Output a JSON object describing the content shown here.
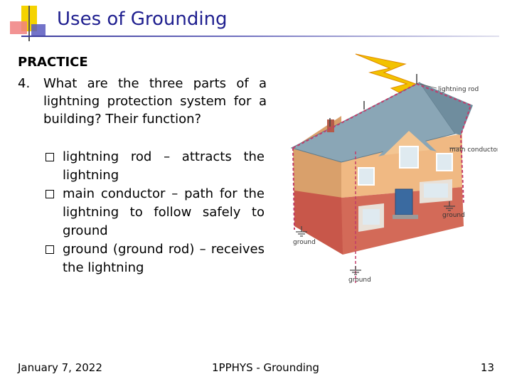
{
  "title": "Uses of Grounding",
  "heading": "PRACTICE",
  "question": {
    "number": "4.",
    "text": "What are the three parts of a lightning protection system for a building? Their function?"
  },
  "bullets": [
    "lightning rod – attracts the lightning",
    "main conductor – path for the lightning to follow safely to ground",
    "ground (ground rod) – receives the lightning"
  ],
  "illustration": {
    "labels": {
      "rod": "lightning rod",
      "conductor": "main conductor",
      "ground_right": "ground",
      "ground_left": "ground",
      "ground_bottom": "ground"
    }
  },
  "footer": {
    "date": "January 7, 2022",
    "center": "1PPHYS - Grounding",
    "page": "13"
  }
}
